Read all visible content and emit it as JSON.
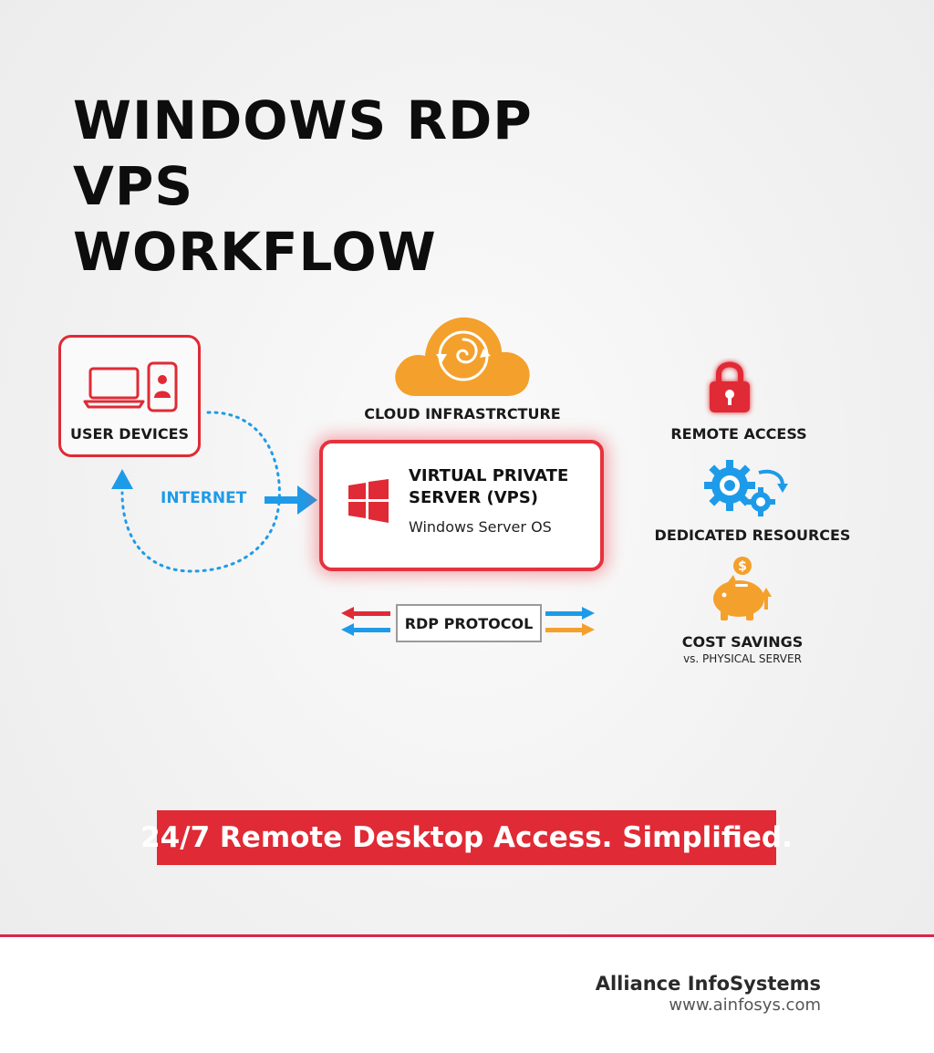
{
  "title": {
    "line1": "WINDOWS RDP VPS",
    "line2": "WORKFLOW"
  },
  "nodes": {
    "user_devices": "USER DEVICES",
    "internet": "INTERNET",
    "cloud": "CLOUD INFRASTRCTURE",
    "vps_title_line1": "VIRTUAL PRIVATE",
    "vps_title_line2": "SERVER (VPS)",
    "vps_subtitle": "Windows Server OS",
    "rdp_protocol": "RDP PROTOCOL"
  },
  "benefits": {
    "remote_access": "REMOTE ACCESS",
    "dedicated_resources": "DEDICATED RESOURCES",
    "cost_savings": "COST SAVINGS",
    "cost_savings_sub": "vs. PHYSICAL SERVER"
  },
  "banner": "24/7 Remote Desktop Access. Simplified.",
  "footer": {
    "brand": "Alliance InfoSystems",
    "url": "www.ainfosys.com"
  },
  "colors": {
    "red": "#e02a35",
    "blue": "#1e9be8",
    "orange": "#f4a02c",
    "dark": "#111111"
  },
  "icons": [
    "laptop-icon",
    "smartphone-icon",
    "cloud-icon",
    "windows-logo-icon",
    "padlock-icon",
    "gears-icon",
    "piggy-bank-icon",
    "arrow-icon"
  ]
}
